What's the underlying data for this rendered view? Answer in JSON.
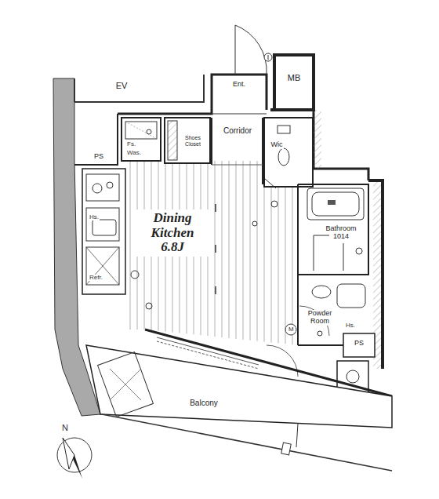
{
  "diagram": {
    "nodes": [
      {
        "text": [
          "EV"
        ]
      },
      {
        "text": [
          "Ent."
        ]
      },
      {
        "text": [
          "MB"
        ]
      },
      {
        "text": [
          "Shoes Closet"
        ]
      },
      {
        "text": [
          "Corridor"
        ]
      },
      {
        "text": [
          "Wic"
        ]
      },
      {
        "text": [
          "PS"
        ]
      },
      {
        "text": [
          "Dining Kitchen",
          "6.8J"
        ]
      },
      {
        "text": [
          "Bathroom",
          "1014"
        ]
      },
      {
        "text": [
          "Powder Room"
        ]
      },
      {
        "text": [
          "PS"
        ]
      },
      {
        "text": [
          "Balcony"
        ]
      }
    ],
    "labels": [
      "Fs.",
      "Was.",
      "Hs.",
      "Refr.",
      "M",
      "Hs.",
      "N"
    ]
  }
}
